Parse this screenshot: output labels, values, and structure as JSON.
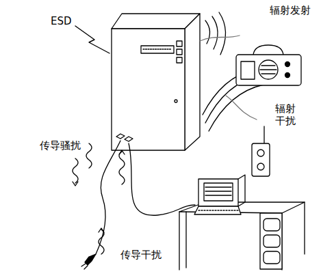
{
  "diagram": {
    "labels": [
      "ESD",
      "辐射发射",
      "辐射 干扰",
      "传导骚扰",
      "传导干扰"
    ]
  }
}
